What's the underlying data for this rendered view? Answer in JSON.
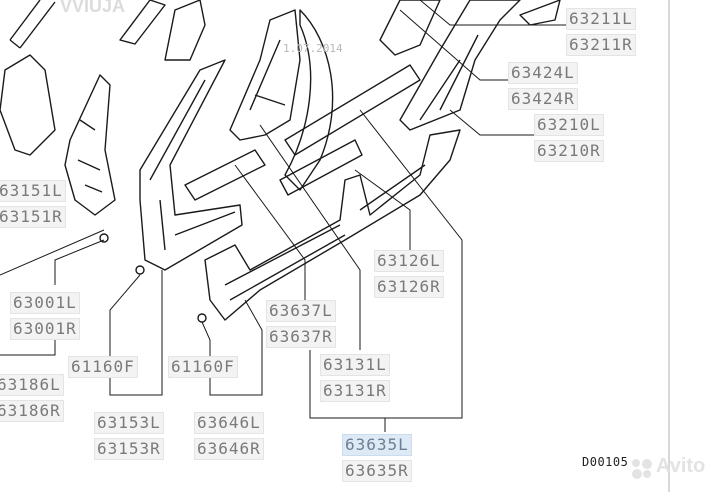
{
  "watermarks": {
    "avito": "Avito",
    "top_fragment": "VVIUJA"
  },
  "stamp": "1.07.2014",
  "diagram_code": "D00105",
  "parts": {
    "p63211L": "63211L",
    "p63211R": "63211R",
    "p63424L": "63424L",
    "p63424R": "63424R",
    "p63210L": "63210L",
    "p63210R": "63210R",
    "p63151L": "63151L",
    "p63151R": "63151R",
    "p63126L": "63126L",
    "p63126R": "63126R",
    "p63001L": "63001L",
    "p63001R": "63001R",
    "p63637L": "63637L",
    "p63637R": "63637R",
    "p61160F_a": "61160F",
    "p61160F_b": "61160F",
    "p63131L": "63131L",
    "p63131R": "63131R",
    "p63186L": "63186L",
    "p63186R": "63186R",
    "p63153L": "63153L",
    "p63153R": "63153R",
    "p63646L": "63646L",
    "p63646R": "63646R",
    "p63635L": "63635L",
    "p63635R": "63635R"
  }
}
